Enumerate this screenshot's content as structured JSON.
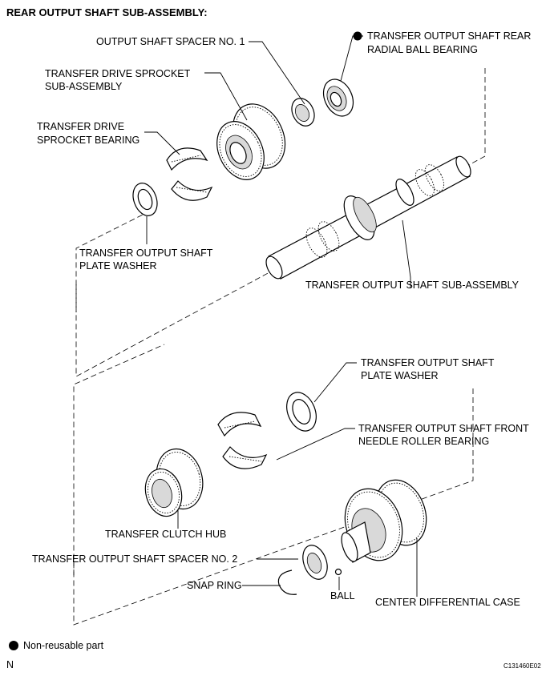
{
  "title": "REAR OUTPUT SHAFT SUB-ASSEMBLY:",
  "labels": {
    "output_shaft_spacer_no1": "OUTPUT SHAFT SPACER NO. 1",
    "rear_bearing_line1": "TRANSFER OUTPUT SHAFT REAR",
    "rear_bearing_line2": "RADIAL BALL BEARING",
    "drive_sprocket_line1": "TRANSFER DRIVE SPROCKET",
    "drive_sprocket_line2": "SUB-ASSEMBLY",
    "sprocket_bearing_line1": "TRANSFER DRIVE",
    "sprocket_bearing_line2": "SPROCKET BEARING",
    "plate_washer_upper_line1": "TRANSFER OUTPUT SHAFT",
    "plate_washer_upper_line2": "PLATE WASHER",
    "output_shaft_sub_assembly": "TRANSFER OUTPUT SHAFT SUB-ASSEMBLY",
    "plate_washer_lower_line1": "TRANSFER OUTPUT SHAFT",
    "plate_washer_lower_line2": "PLATE WASHER",
    "front_needle_bearing_line1": "TRANSFER OUTPUT SHAFT FRONT",
    "front_needle_bearing_line2": "NEEDLE ROLLER BEARING",
    "clutch_hub": "TRANSFER CLUTCH HUB",
    "spacer_no2": "TRANSFER OUTPUT SHAFT SPACER NO. 2",
    "snap_ring": "SNAP RING",
    "ball": "BALL",
    "center_diff_case": "CENTER DIFFERENTIAL CASE"
  },
  "legend": {
    "text": "Non-reusable part",
    "symbol": "filled-circle-icon"
  },
  "footer": {
    "left_mark": "N",
    "figure_code": "C131460E02"
  }
}
